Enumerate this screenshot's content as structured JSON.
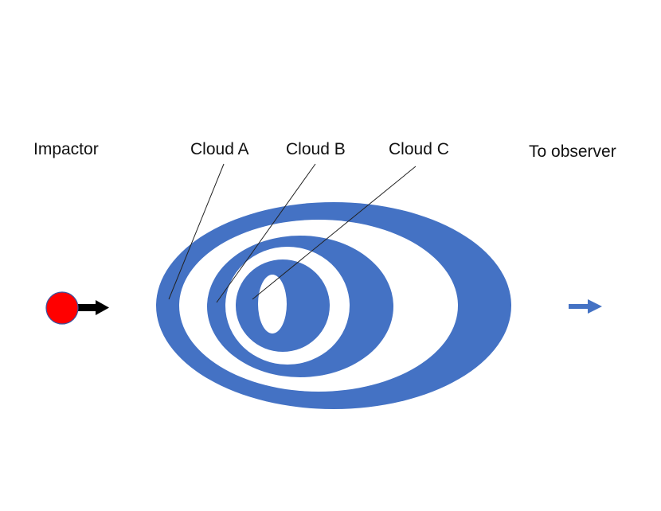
{
  "labels": {
    "impactor": "Impactor",
    "cloud_a": "Cloud A",
    "cloud_b": "Cloud B",
    "cloud_c": "Cloud C",
    "observer": "To observer"
  },
  "colors": {
    "cloud": "#4472c4",
    "background": "#ffffff",
    "impactor_ball": "#ff0000",
    "impactor_arrow": "#000000",
    "observer_arrow": "#4472c4",
    "leader_line": "#222222"
  }
}
